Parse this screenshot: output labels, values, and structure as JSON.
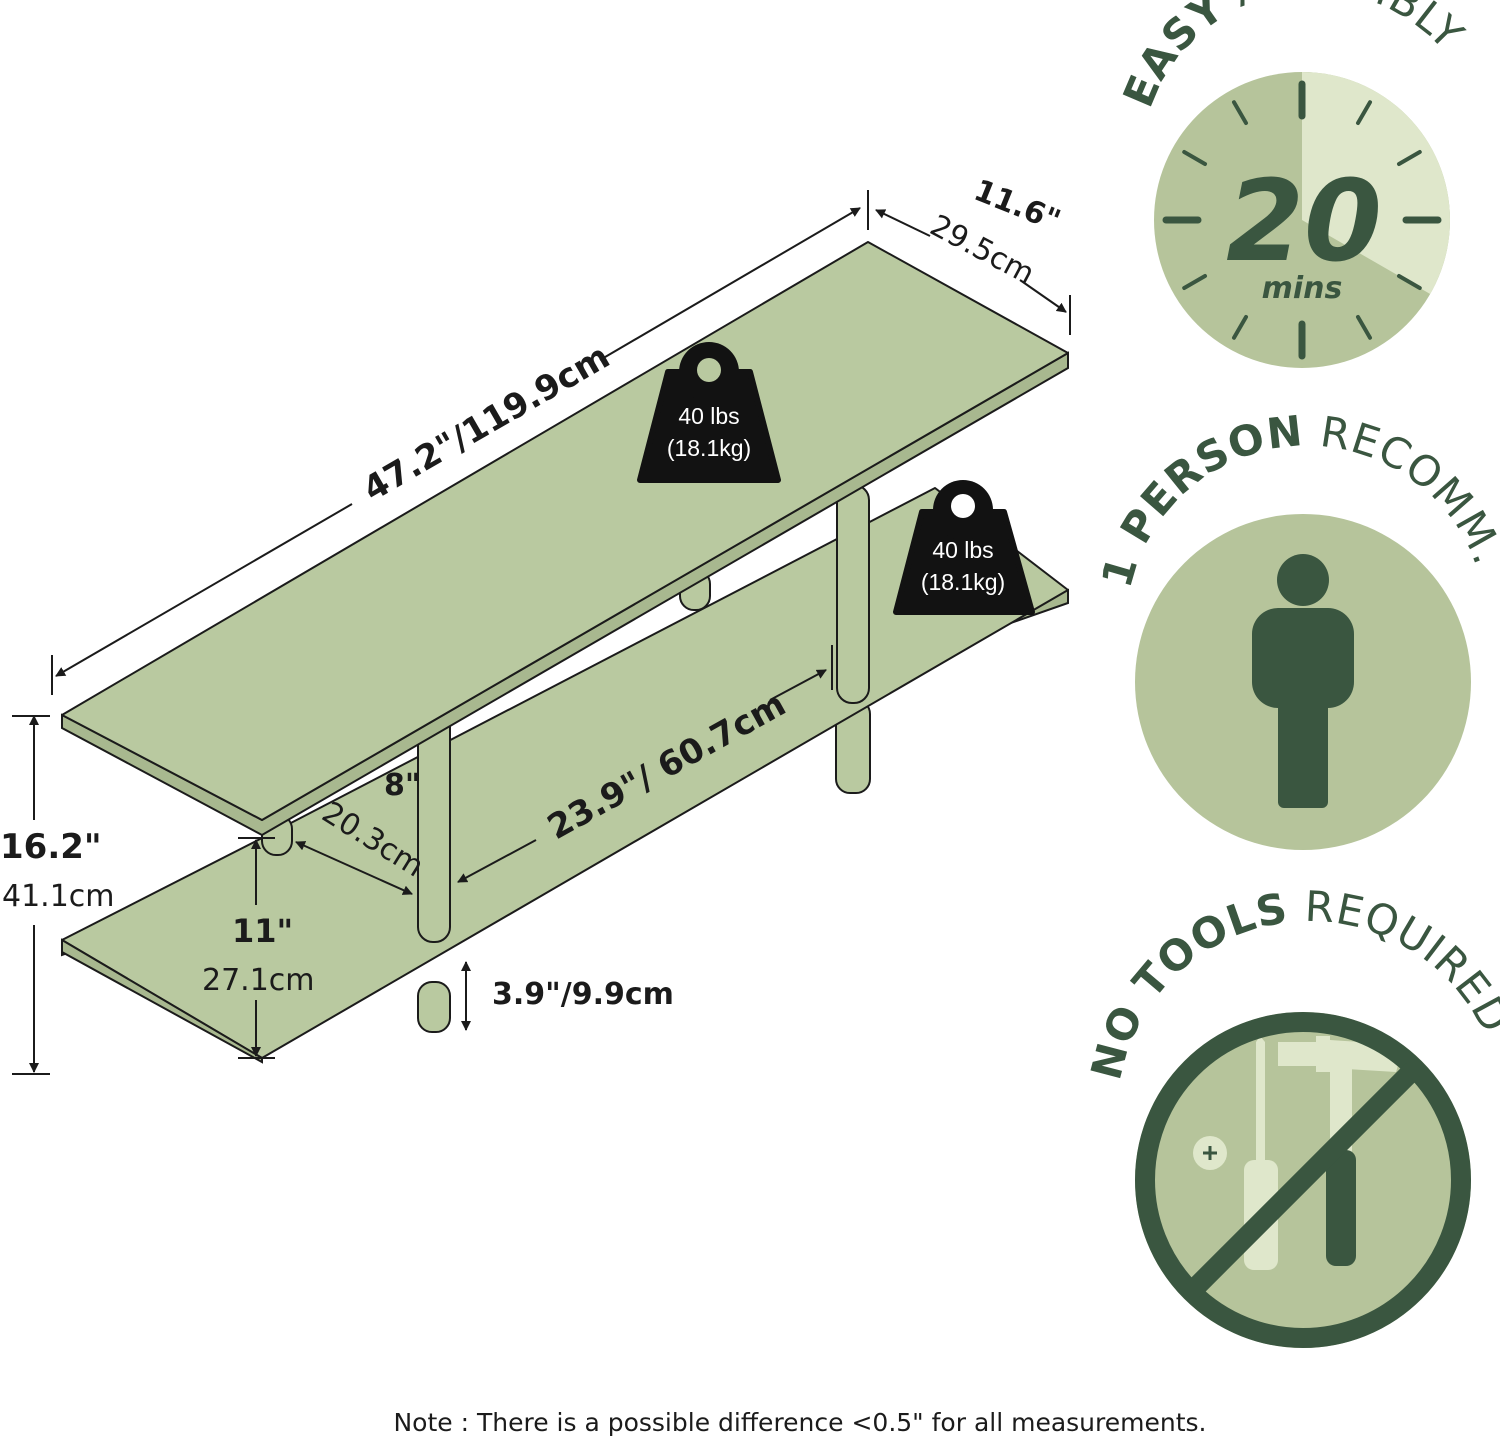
{
  "colors": {
    "shelf": "#b9c9a0",
    "dark_green": "#3a5640",
    "badge_bg": "#b6c49b",
    "badge_light": "#dfe7cb",
    "weight_black": "#121212",
    "line": "#1b1b1b"
  },
  "dimensions": {
    "width_in": "47.2\"",
    "width_cm": "/119.9cm",
    "depth_in": "11.6\"",
    "depth_cm": "29.5cm",
    "height_in": "16.2\"",
    "height_cm": "41.1cm",
    "shelf_gap_in": "11\"",
    "shelf_gap_cm": "27.1cm",
    "leg_offset_in": "8\"",
    "leg_offset_cm": "20.3cm",
    "leg_span_in": "23.9\"",
    "leg_span_cm": "/ 60.7cm",
    "leg_height_in": "3.9\"",
    "leg_height_cm": "/9.9cm"
  },
  "weights": {
    "top_line1": "40 lbs",
    "top_line2": "(18.1kg)",
    "bottom_line1": "40 lbs",
    "bottom_line2": "(18.1kg)"
  },
  "badges": {
    "assembly_bold": "EASY",
    "assembly_reg": " ASSEMBLY",
    "assembly_number": "20",
    "assembly_unit": "mins",
    "assembly_minutes": 20,
    "person_bold": "1 PERSON",
    "person_reg": " RECOMM.",
    "tools_bold": "NO TOOLS",
    "tools_reg": " REQUIRED"
  },
  "icons": {
    "clock": "clock-icon",
    "person": "person-icon",
    "screwdriver": "screwdriver-icon",
    "hammer": "hammer-icon",
    "prohibited": "prohibited-icon",
    "weight": "weight-icon"
  },
  "note": "Note : There is a possible difference <0.5\" for all measurements."
}
